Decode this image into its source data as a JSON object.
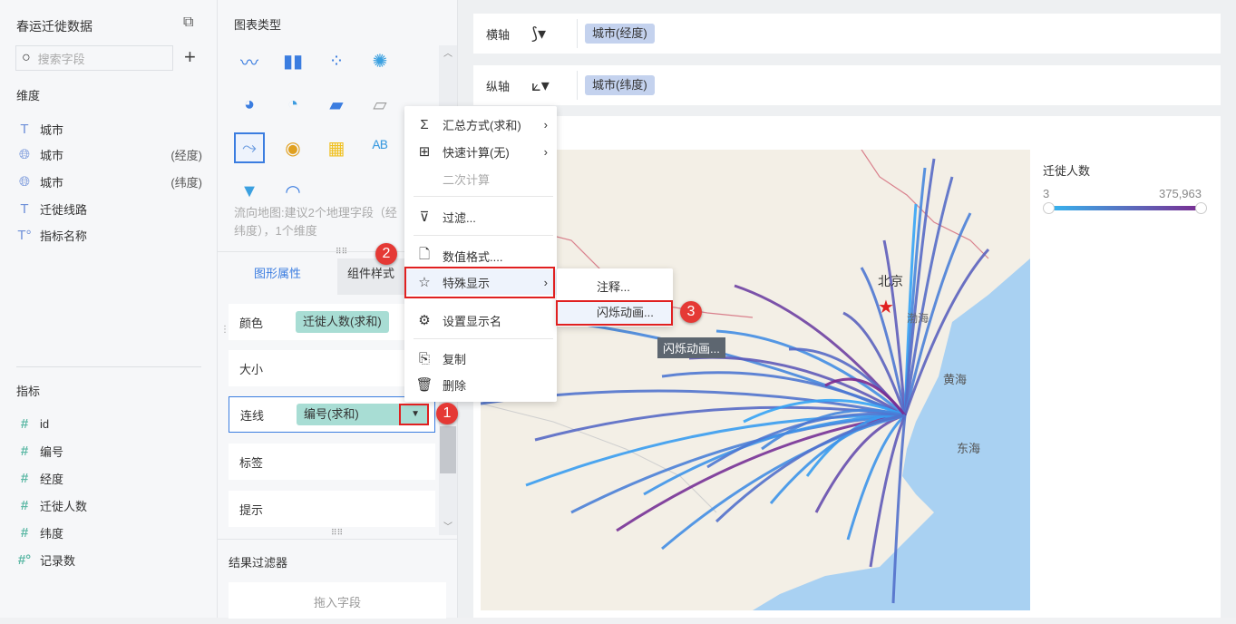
{
  "left": {
    "title": "春运迁徙数据",
    "search_placeholder": "搜索字段",
    "dimensions_label": "维度",
    "dimensions": [
      {
        "icon": "text-icon",
        "name": "城市",
        "sub": ""
      },
      {
        "icon": "globe-icon",
        "name": "城市",
        "sub": "(经度)"
      },
      {
        "icon": "globe-icon",
        "name": "城市",
        "sub": "(纬度)"
      },
      {
        "icon": "text-icon",
        "name": "迁徙线路",
        "sub": ""
      },
      {
        "icon": "text-calc-icon",
        "name": "指标名称",
        "sub": ""
      }
    ],
    "measures_label": "指标",
    "measures": [
      {
        "name": "id"
      },
      {
        "name": "编号"
      },
      {
        "name": "经度"
      },
      {
        "name": "迁徙人数"
      },
      {
        "name": "纬度"
      },
      {
        "name": "记录数"
      }
    ]
  },
  "mid": {
    "chart_type_label": "图表类型",
    "hint_line1": "流向地图:建议2个地理字段（经",
    "hint_line2": "纬度），1个维度",
    "tabs": [
      "图形属性",
      "组件样式"
    ],
    "props": [
      {
        "label": "颜色",
        "chip": "迁徙人数(求和)"
      },
      {
        "label": "大小",
        "chip": ""
      },
      {
        "label": "连线",
        "chip": "编号(求和)"
      },
      {
        "label": "标签",
        "chip": ""
      },
      {
        "label": "提示",
        "chip": ""
      }
    ],
    "filter_label": "结果过滤器",
    "drop_placeholder": "拖入字段"
  },
  "axes": {
    "x_label": "横轴",
    "x_field": "城市(经度)",
    "y_label": "纵轴",
    "y_field": "城市(纬度)"
  },
  "menu": {
    "items": [
      "汇总方式(求和)",
      "快速计算(无)",
      "二次计算",
      "过滤...",
      "数值格式....",
      "特殊显示",
      "设置显示名",
      "复制",
      "删除"
    ],
    "submenu": [
      "注释...",
      "闪烁动画..."
    ],
    "tooltip": "闪烁动画..."
  },
  "badges": [
    "1",
    "2",
    "3"
  ],
  "legend": {
    "title": "迁徙人数",
    "min": "3",
    "max": "375,963",
    "color_low": "#35b6f0",
    "color_high": "#7b2a90"
  },
  "map": {
    "labels": [
      "北京",
      "渤海",
      "黄海",
      "东海"
    ]
  }
}
